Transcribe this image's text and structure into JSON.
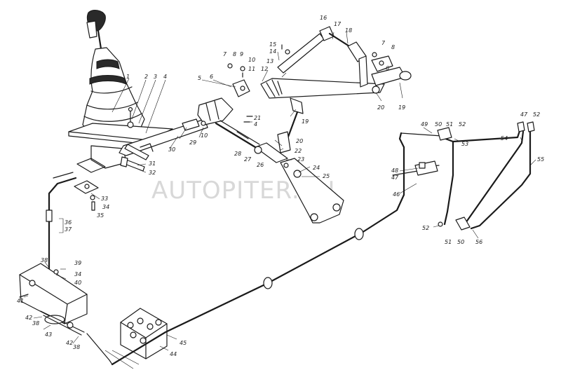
{
  "watermark": "AUTOPITER.RU",
  "callouts": {
    "c1": "1",
    "c2": "2",
    "c3": "3",
    "c4": "4",
    "c5": "5",
    "c6": "6",
    "c7a": "7",
    "c8a": "8",
    "c9": "9",
    "c10a": "10",
    "c11": "11",
    "c12": "12",
    "c13": "13",
    "c14": "14",
    "c15": "15",
    "c16": "16",
    "c17": "17",
    "c18": "18",
    "c6b": "6",
    "c7b": "7",
    "c8b": "8",
    "c19a": "19",
    "c20a": "20",
    "c21": "21",
    "c4b": "4",
    "c10b": "10",
    "c19b": "19",
    "c20b": "20",
    "c29": "29",
    "c30": "30",
    "c28": "28",
    "c27": "27",
    "c26": "26",
    "c22": "22",
    "c23": "23",
    "c24": "24",
    "c25": "25",
    "c31": "31",
    "c32": "32",
    "c33": "33",
    "c34a": "34",
    "c35": "35",
    "c36": "36",
    "c37": "37",
    "c38a": "38",
    "c39": "39",
    "c34b": "34",
    "c40": "40",
    "c41": "41",
    "c42a": "42",
    "c38b": "38",
    "c43": "43",
    "c42b": "42",
    "c38c": "38",
    "c44": "44",
    "c45": "45",
    "c49": "49",
    "c50a": "50",
    "c51a": "51",
    "c52a": "52",
    "c53": "53",
    "c47a": "47",
    "c52b": "52",
    "c54": "54",
    "c55": "55",
    "c48": "48",
    "c47b": "47",
    "c46": "46",
    "c52c": "52",
    "c51b": "51",
    "c50b": "50",
    "c56": "56"
  }
}
